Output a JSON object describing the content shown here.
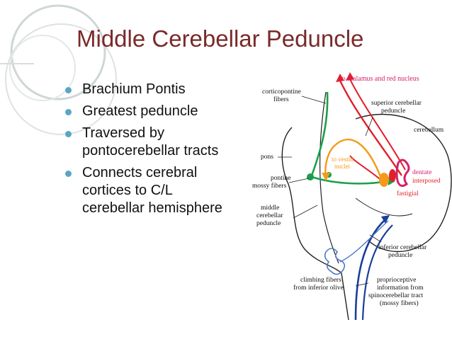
{
  "slide": {
    "title": "Middle Cerebellar Peduncle",
    "bullets": [
      "Brachium Pontis",
      "Greatest peduncle",
      "Traversed by pontocerebellar tracts",
      "Connects cerebral cortices to C/L cerebellar hemisphere"
    ]
  },
  "diagram": {
    "labels": {
      "to_thalamus": "to thalamus and red nucleus",
      "corticopontine": [
        "corticopontine",
        "fibers"
      ],
      "superior_peduncle": [
        "superior cerebellar",
        "peduncle"
      ],
      "cerebellum": "cerebellum",
      "pons": "pons",
      "to_vestib": [
        "to vestib.",
        "nuclei"
      ],
      "dentate": "dentate",
      "interposed": "interposed",
      "fastigial": "fastigial",
      "pontine_mossy": [
        "pontine",
        "mossy fibers"
      ],
      "middle_peduncle": [
        "middle",
        "cerebellar",
        "peduncle"
      ],
      "inferior_peduncle": [
        "inferior cerebellar",
        "peduncle"
      ],
      "climbing": [
        "climbing fibers",
        "from inferior olive"
      ],
      "proprioceptive": [
        "proprioceptive",
        "information from",
        "spinocerebellar tract",
        "(mossy fibers)"
      ]
    }
  },
  "colors": {
    "title": "#7a2a2a",
    "bullet_dot": "#5aa6c3",
    "green_fiber": "#1aa04a",
    "red_fiber": "#e0202a",
    "orange_fiber": "#f39a1a",
    "blue_fiber": "#1a3f9a",
    "magenta_label": "#d4206a",
    "deco": "#cfd6d6"
  }
}
